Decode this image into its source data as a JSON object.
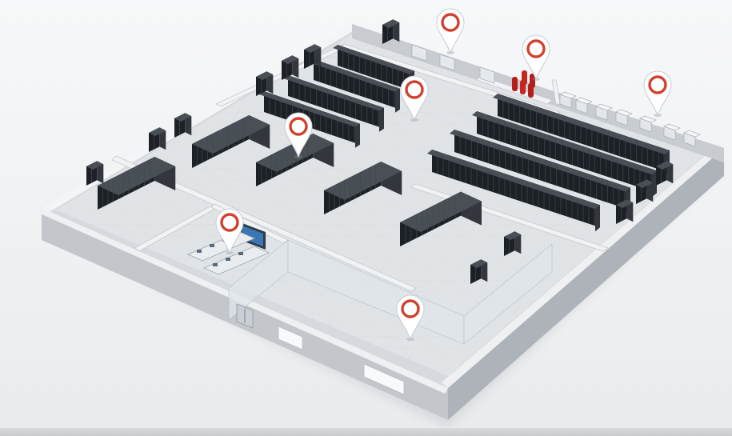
{
  "diagram": {
    "type": "isometric-floor-plan",
    "colors": {
      "background": "#f3f4f6",
      "floor": "#d6d9dd",
      "floor_tile": "#e6e8eb",
      "wall_top": "#f2f3f5",
      "wall_side": "#b9bec4",
      "rack": "#2a2d31",
      "rack_top": "#4a4f56",
      "pin": "#d2402f",
      "pin_body": "#ffffff",
      "glass": "#cfd8df",
      "screen": "#3a78b5"
    },
    "icons": {
      "location_pin": "map-pin-icon",
      "server_rack": "server-rack-icon",
      "ups_cabinet": "ups-cabinet-icon",
      "fire_cylinder": "fire-suppression-icon",
      "console_desk": "monitoring-desk-icon",
      "video_wall": "video-wall-icon"
    },
    "rooms": [
      {
        "id": "ups-room"
      },
      {
        "id": "fire-gas-room"
      },
      {
        "id": "power-room"
      },
      {
        "id": "server-hall-north"
      },
      {
        "id": "server-hall-east"
      },
      {
        "id": "server-hall-west"
      },
      {
        "id": "monitoring-center"
      },
      {
        "id": "entrance-lobby"
      }
    ],
    "pin_count": 7
  }
}
